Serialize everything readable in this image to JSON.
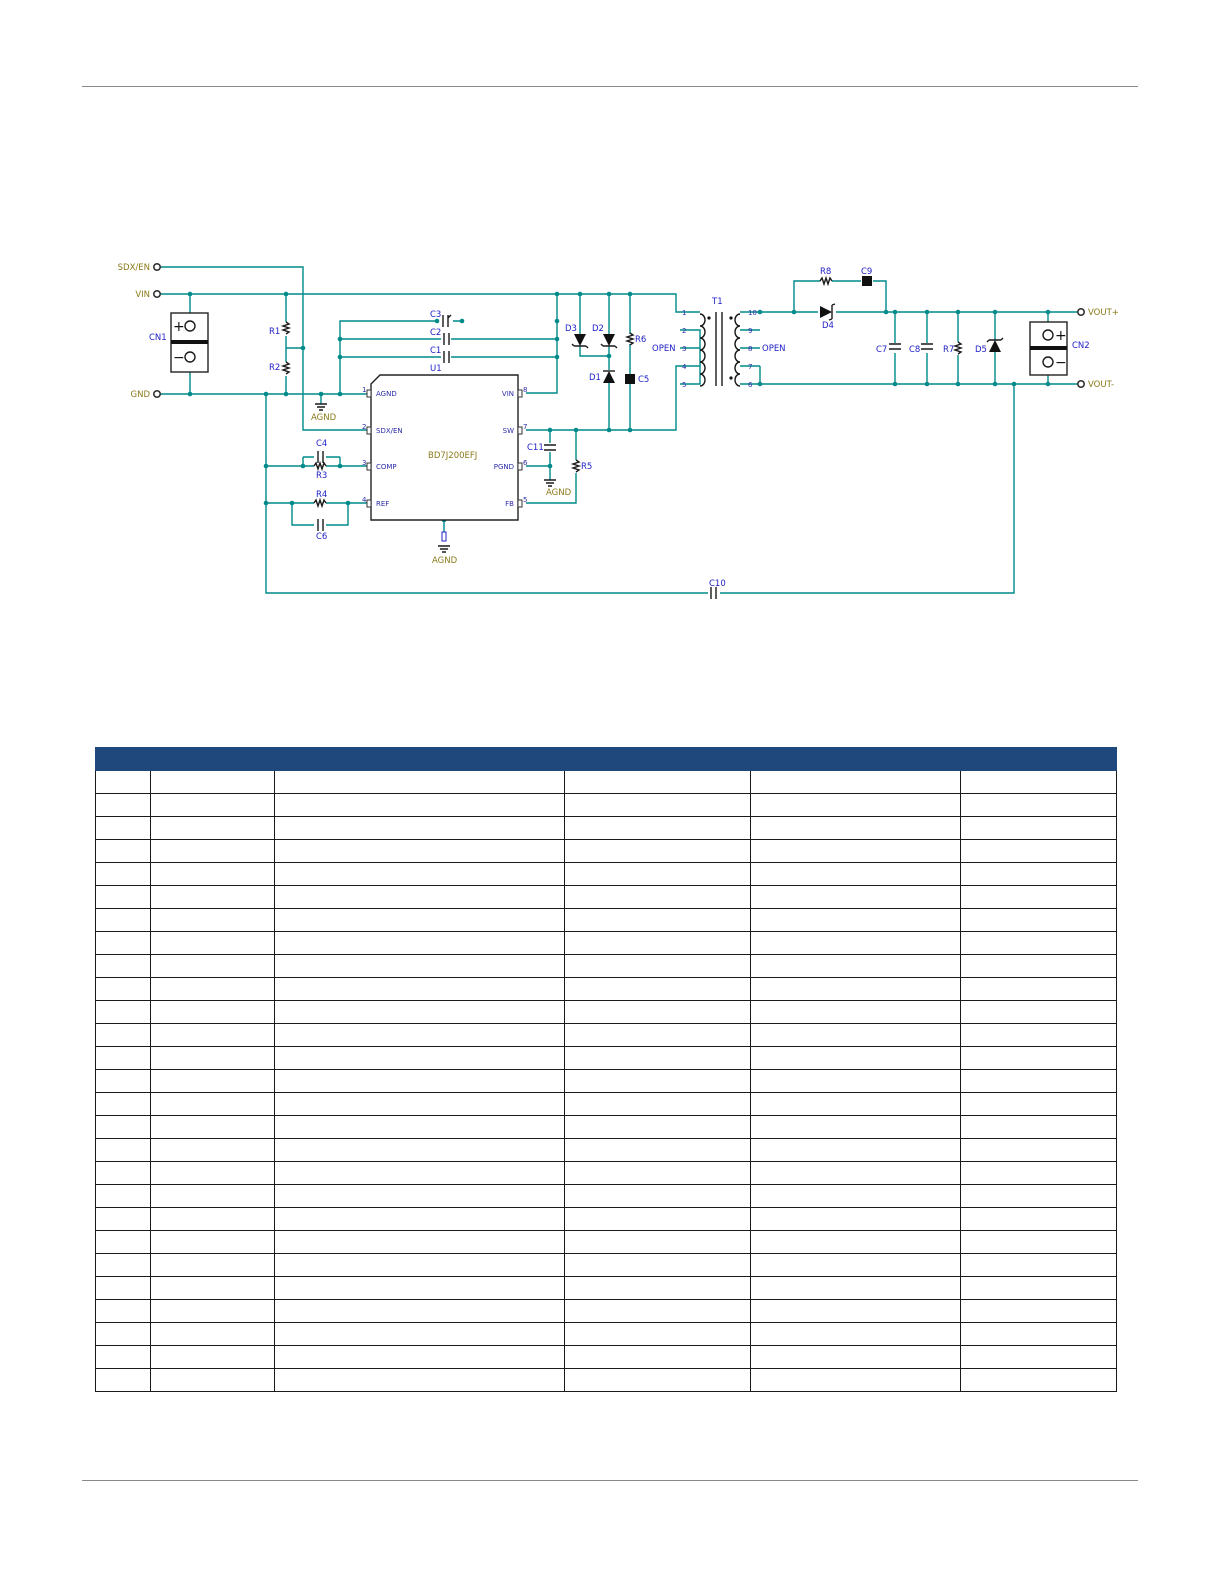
{
  "schematic": {
    "ports": {
      "sdx_en": "SDX/EN",
      "vin": "VIN",
      "gnd": "GND",
      "vout_pos": "VOUT+",
      "vout_neg": "VOUT-"
    },
    "nets": {
      "agnd": "AGND",
      "open": "OPEN"
    },
    "ic": {
      "ref": "U1",
      "part": "BD7J200EFJ",
      "pins": [
        {
          "num": "1",
          "name": "AGND"
        },
        {
          "num": "2",
          "name": "SDX/EN"
        },
        {
          "num": "3",
          "name": "COMP"
        },
        {
          "num": "4",
          "name": "REF"
        },
        {
          "num": "8",
          "name": "VIN"
        },
        {
          "num": "7",
          "name": "SW"
        },
        {
          "num": "6",
          "name": "PGND"
        },
        {
          "num": "5",
          "name": "FB"
        }
      ]
    },
    "refs": {
      "CN1": "CN1",
      "CN2": "CN2",
      "R1": "R1",
      "R2": "R2",
      "R3": "R3",
      "R4": "R4",
      "R5": "R5",
      "R6": "R6",
      "R7": "R7",
      "R8": "R8",
      "C1": "C1",
      "C2": "C2",
      "C3": "C3",
      "C4": "C4",
      "C5": "C5",
      "C6": "C6",
      "C7": "C7",
      "C8": "C8",
      "C9": "C9",
      "C10": "C10",
      "C11": "C11",
      "D1": "D1",
      "D2": "D2",
      "D3": "D3",
      "D4": "D4",
      "D5": "D5",
      "T1": "T1"
    },
    "transformer_pins": {
      "p1": "1",
      "p2": "2",
      "p3": "3",
      "p4": "4",
      "p5": "5",
      "p6": "6",
      "p7": "7",
      "p8": "8",
      "p9": "9",
      "p10": "10"
    },
    "connector_symbols": {
      "plus": "+",
      "minus": "−"
    }
  },
  "bom": {
    "header_color": "#1f497d",
    "columns": [
      "",
      "",
      "",
      "",
      "",
      ""
    ],
    "rows": [
      [
        "",
        "",
        "",
        "",
        "",
        ""
      ],
      [
        "",
        "",
        "",
        "",
        "",
        ""
      ],
      [
        "",
        "",
        "",
        "",
        "",
        ""
      ],
      [
        "",
        "",
        "",
        "",
        "",
        ""
      ],
      [
        "",
        "",
        "",
        "",
        "",
        ""
      ],
      [
        "",
        "",
        "",
        "",
        "",
        ""
      ],
      [
        "",
        "",
        "",
        "",
        "",
        ""
      ],
      [
        "",
        "",
        "",
        "",
        "",
        ""
      ],
      [
        "",
        "",
        "",
        "",
        "",
        ""
      ],
      [
        "",
        "",
        "",
        "",
        "",
        ""
      ],
      [
        "",
        "",
        "",
        "",
        "",
        ""
      ],
      [
        "",
        "",
        "",
        "",
        "",
        ""
      ],
      [
        "",
        "",
        "",
        "",
        "",
        ""
      ],
      [
        "",
        "",
        "",
        "",
        "",
        ""
      ],
      [
        "",
        "",
        "",
        "",
        "",
        ""
      ],
      [
        "",
        "",
        "",
        "",
        "",
        ""
      ],
      [
        "",
        "",
        "",
        "",
        "",
        ""
      ],
      [
        "",
        "",
        "",
        "",
        "",
        ""
      ],
      [
        "",
        "",
        "",
        "",
        "",
        ""
      ],
      [
        "",
        "",
        "",
        "",
        "",
        ""
      ],
      [
        "",
        "",
        "",
        "",
        "",
        ""
      ],
      [
        "",
        "",
        "",
        "",
        "",
        ""
      ],
      [
        "",
        "",
        "",
        "",
        "",
        ""
      ],
      [
        "",
        "",
        "",
        "",
        "",
        ""
      ],
      [
        "",
        "",
        "",
        "",
        "",
        ""
      ],
      [
        "",
        "",
        "",
        "",
        "",
        ""
      ],
      [
        "",
        "",
        "",
        "",
        "",
        ""
      ]
    ]
  }
}
